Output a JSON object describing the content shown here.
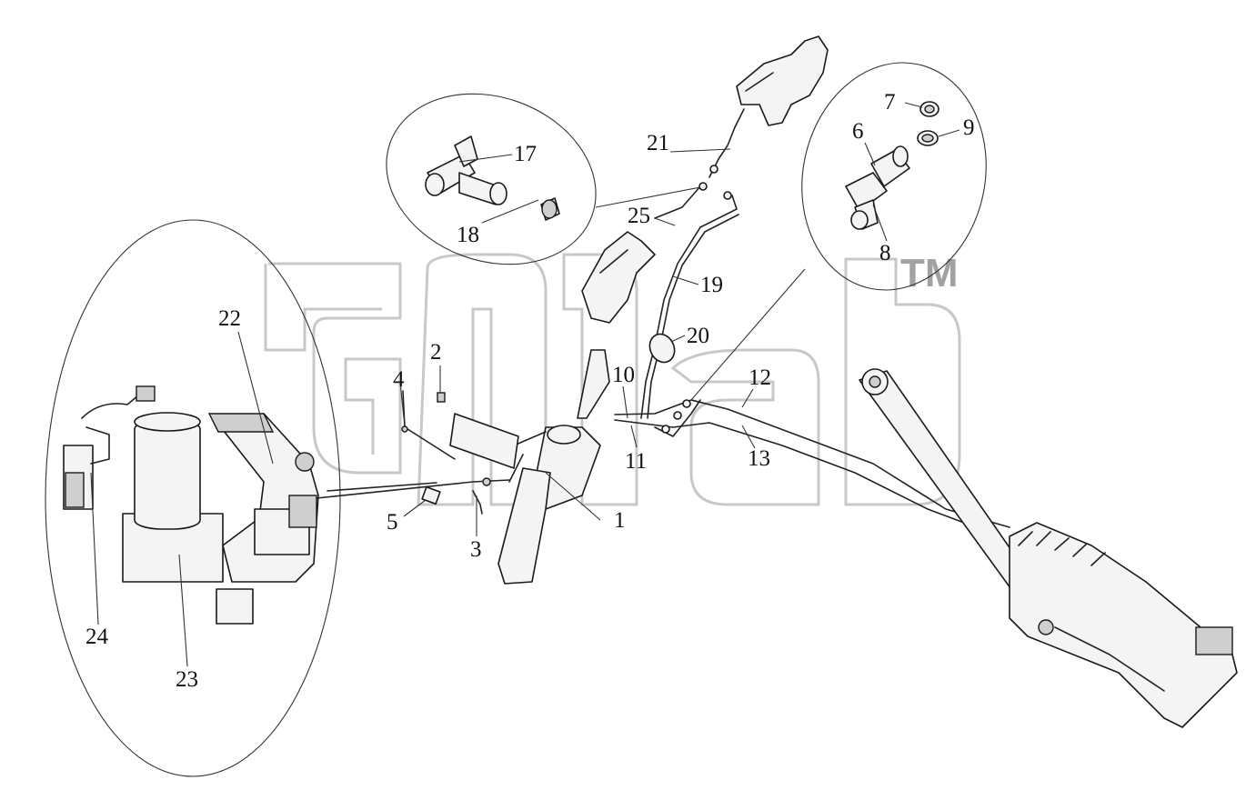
{
  "watermark": {
    "mark": "TM"
  },
  "callouts": [
    "1",
    "2",
    "3",
    "4",
    "5",
    "6",
    "7",
    "8",
    "9",
    "10",
    "11",
    "12",
    "13",
    "17",
    "18",
    "19",
    "20",
    "21",
    "22",
    "23",
    "24",
    "25"
  ]
}
